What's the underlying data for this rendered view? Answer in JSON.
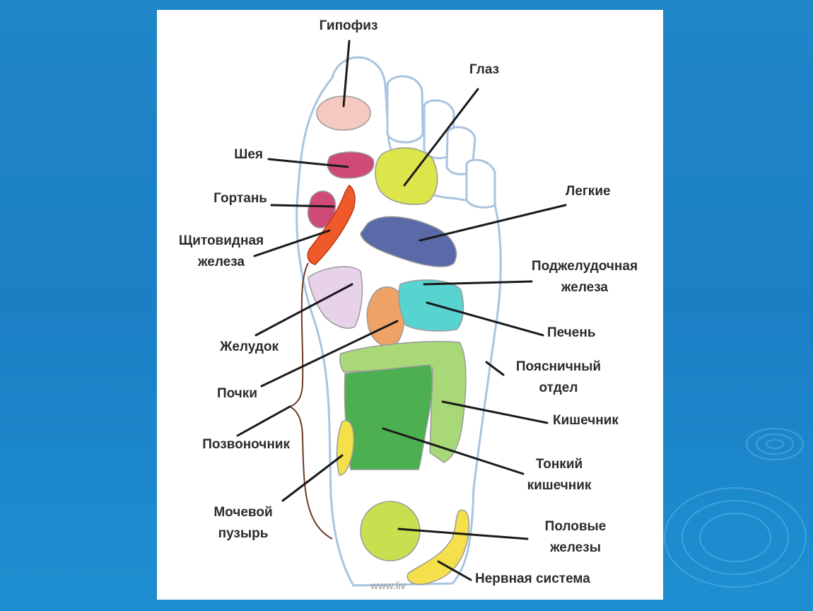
{
  "labels": {
    "gipofiz": "Гипофиз",
    "glaz": "Глаз",
    "sheya": "Шея",
    "gortan": "Гортань",
    "shchitovidnaya_1": "Щитовидная",
    "shchitovidnaya_2": "железа",
    "legkie": "Легкие",
    "podzheludochnaya_1": "Поджелудочная",
    "podzheludochnaya_2": "железа",
    "pechen": "Печень",
    "zheludok": "Желудок",
    "poyasnichny_1": "Поясничный",
    "poyasnichny_2": "отдел",
    "pochki": "Почки",
    "kishechnik": "Кишечник",
    "pozvonochnik": "Позвоночник",
    "tonkiy_1": "Тонкий",
    "tonkiy_2": "кишечник",
    "mochevoy_1": "Мочевой",
    "mochevoy_2": "пузырь",
    "polovye_1": "Половые",
    "polovye_2": "железы",
    "nervnaya": "Нервная система",
    "watermark": "www.liv"
  },
  "colors": {
    "background": "#1b7fc4",
    "card": "#ffffff",
    "foot_outline": "#a9c4e0",
    "gipofiz": "#f6c9c0",
    "glaz": "#dce54a",
    "sheya": "#cf4a78",
    "gortan": "#cf4a78",
    "shchitovidnaya": "#f05a2a",
    "legkie": "#5a6aa8",
    "zheludok": "#e8d2ea",
    "pochki": "#eea266",
    "pechen": "#58d4d0",
    "kishechnik": "#a8d878",
    "tonkiy_kishechnik": "#4caf50",
    "mochevoy": "#f4e04a",
    "polovye": "#c8e050",
    "nervnaya": "#f4e04a"
  }
}
